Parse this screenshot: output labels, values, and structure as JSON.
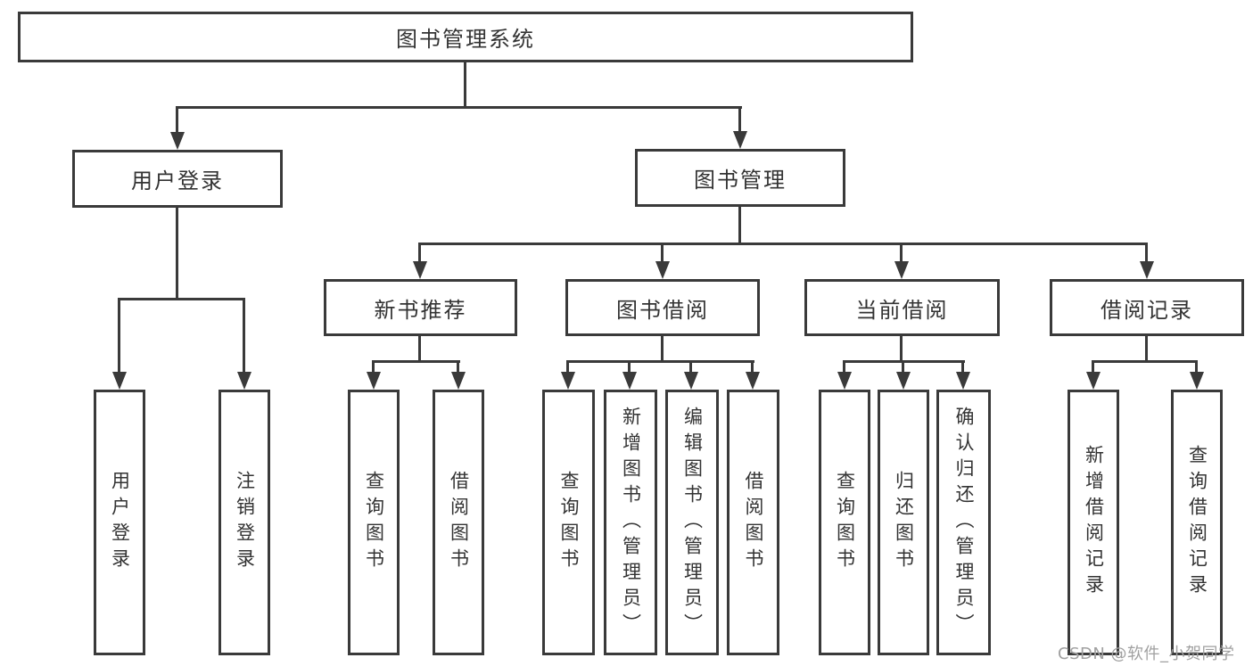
{
  "diagram": {
    "title": "图书管理系统",
    "root": {
      "label": "图书管理系统"
    },
    "branches": [
      {
        "label": "用户登录",
        "children": [
          {
            "label": "用户登录"
          },
          {
            "label": "注销登录"
          }
        ]
      },
      {
        "label": "图书管理",
        "children": [
          {
            "label": "新书推荐",
            "children": [
              {
                "label": "查询图书"
              },
              {
                "label": "借阅图书"
              }
            ]
          },
          {
            "label": "图书借阅",
            "children": [
              {
                "label": "查询图书"
              },
              {
                "label": "新增图书（管理员）"
              },
              {
                "label": "编辑图书（管理员）"
              },
              {
                "label": "借阅图书"
              }
            ]
          },
          {
            "label": "当前借阅",
            "children": [
              {
                "label": "查询图书"
              },
              {
                "label": "归还图书"
              },
              {
                "label": "确认归还（管理员）"
              }
            ]
          },
          {
            "label": "借阅记录",
            "children": [
              {
                "label": "新增借阅记录"
              },
              {
                "label": "查询借阅记录"
              }
            ]
          }
        ]
      }
    ]
  },
  "watermark": {
    "text": "CSDN @软件_小贺同学"
  },
  "colors": {
    "background": "#ffffff",
    "line": "#3a3a3a",
    "text": "#333333",
    "watermark": "#a0a0a0"
  }
}
